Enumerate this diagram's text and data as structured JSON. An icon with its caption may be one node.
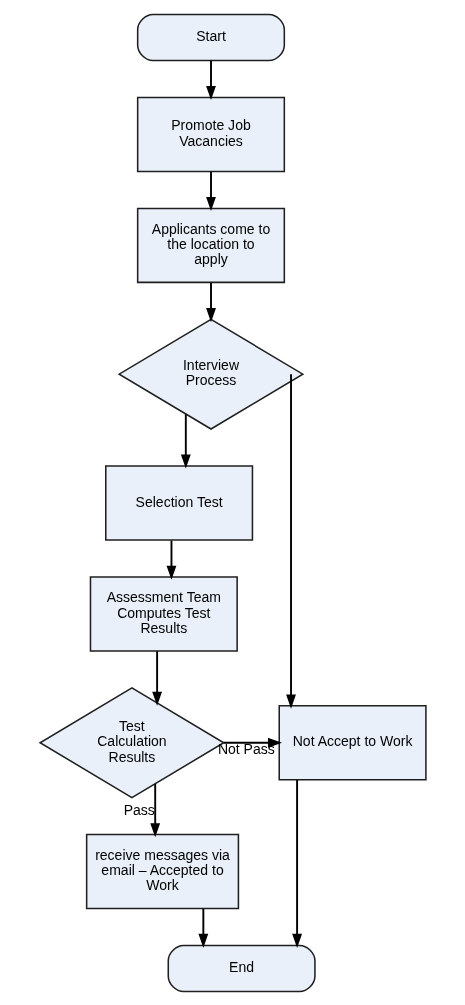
{
  "diagram": {
    "nodes": [
      {
        "text": [
          "Start"
        ]
      },
      {
        "text": [
          "Promote Job Vacancies"
        ]
      },
      {
        "text": [
          "Applicants come to the location to apply"
        ]
      },
      {
        "text": [
          "Interview Process"
        ]
      },
      {
        "text": [
          "Selection Test"
        ]
      },
      {
        "text": [
          "Assessment Team Computes Test Results"
        ]
      },
      {
        "text": [
          "Test Calculation Results"
        ]
      },
      {
        "text": [
          "Not Accept to Work"
        ]
      },
      {
        "text": [
          "receive messages via email – Accepted to Work"
        ]
      },
      {
        "text": [
          "End"
        ]
      }
    ],
    "edges": [
      {
        "from": 0,
        "to": 1,
        "arrow": "to"
      },
      {
        "from": 1,
        "to": 2,
        "arrow": "to"
      },
      {
        "from": 2,
        "to": 3,
        "arrow": "to"
      },
      {
        "from": 3,
        "to": 4,
        "arrow": "to"
      },
      {
        "from": 3,
        "to": 7,
        "arrow": "to"
      },
      {
        "from": 4,
        "to": 5,
        "arrow": "to"
      },
      {
        "from": 5,
        "to": 6,
        "arrow": "to"
      },
      {
        "from": 6,
        "to": 7,
        "arrow": "to",
        "label": "Not Pass"
      },
      {
        "from": 6,
        "to": 8,
        "arrow": "to",
        "label": "Pass"
      },
      {
        "from": 8,
        "to": 9,
        "arrow": "to"
      },
      {
        "from": 7,
        "to": 9,
        "arrow": "to"
      }
    ]
  }
}
